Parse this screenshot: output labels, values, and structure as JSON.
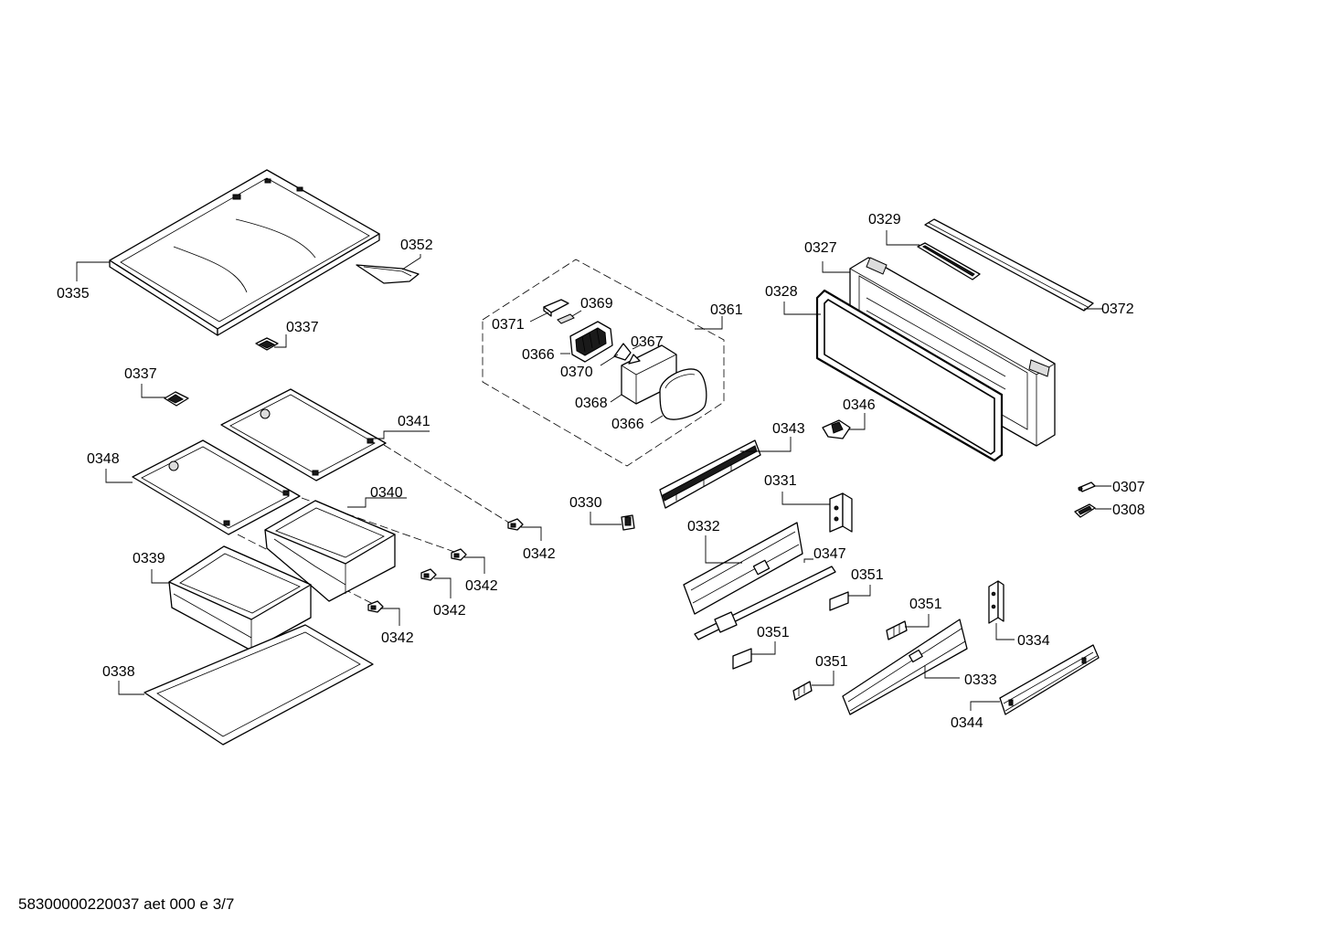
{
  "footer": {
    "doc_code": "58300000220037 aet 000 e 3/7"
  },
  "labels": {
    "p0335": "0335",
    "p0352": "0352",
    "p0337a": "0337",
    "p0337b": "0337",
    "p0341": "0341",
    "p0348": "0348",
    "p0340": "0340",
    "p0339": "0339",
    "p0338": "0338",
    "p0342a": "0342",
    "p0342b": "0342",
    "p0342c": "0342",
    "p0342d": "0342",
    "p0371": "0371",
    "p0369": "0369",
    "p0361": "0361",
    "p0366a": "0366",
    "p0367": "0367",
    "p0370": "0370",
    "p0368": "0368",
    "p0366b": "0366",
    "p0329": "0329",
    "p0327": "0327",
    "p0328": "0328",
    "p0372": "0372",
    "p0346": "0346",
    "p0343": "0343",
    "p0330": "0330",
    "p0331": "0331",
    "p0307": "0307",
    "p0308": "0308",
    "p0332": "0332",
    "p0347": "0347",
    "p0351a": "0351",
    "p0351b": "0351",
    "p0351c": "0351",
    "p0351d": "0351",
    "p0334": "0334",
    "p0333": "0333",
    "p0344": "0344"
  }
}
